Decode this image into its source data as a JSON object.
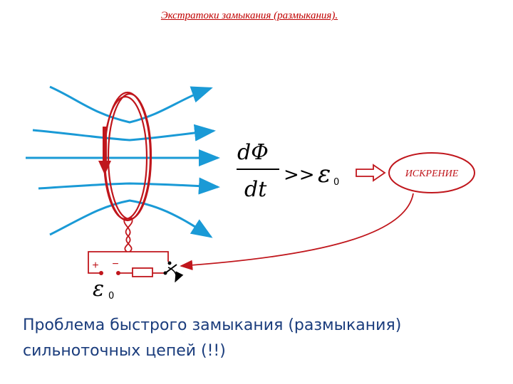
{
  "title": "Экстратоки замыкания (размыкания).",
  "formula": {
    "numerator": "dΦ",
    "denominator": "dt",
    "relation": ">>",
    "emf_symbol": "ε",
    "emf_subscript": "0"
  },
  "sparking_label": "ИСКРЕНИЕ",
  "battery": {
    "plus": "+",
    "minus": "−",
    "emf_symbol": "ε",
    "emf_subscript": "0"
  },
  "caption": {
    "line1": "Проблема быстрого замыкания (размыкания)",
    "line2": "сильноточных цепей (!!)"
  },
  "colors": {
    "field_lines": "#1a9ad6",
    "coil": "#c0161c",
    "title": "#c00000",
    "caption": "#1a3c7c",
    "formula": "#000000"
  }
}
